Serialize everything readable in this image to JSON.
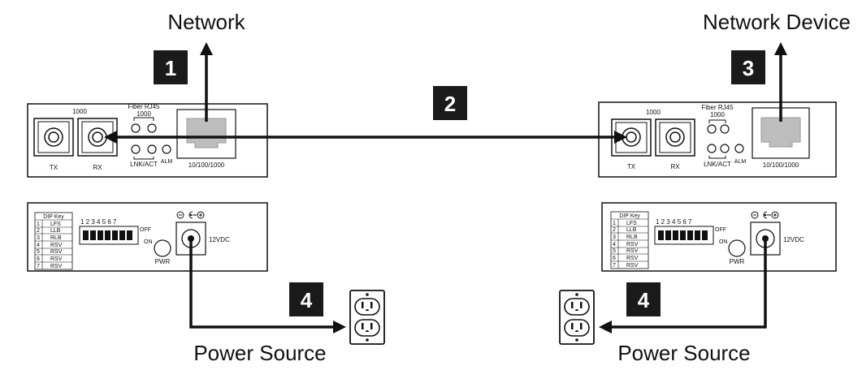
{
  "labels": {
    "network": "Network",
    "network_device": "Network Device",
    "power_source_left": "Power Source",
    "power_source_right": "Power Source"
  },
  "steps": [
    "1",
    "2",
    "3",
    "4",
    "4"
  ],
  "front_panel": {
    "speed": "1000",
    "fiber_rj45": "Fiber RJ45",
    "fiber_speed": "1000",
    "tx": "TX",
    "rx": "RX",
    "lnk_act": "LNK/ACT",
    "alm": "ALM",
    "rj45_speed": "10/100/1000"
  },
  "rear_panel": {
    "dip_header": "DIP Key",
    "dip_rows": [
      {
        "num": "1",
        "name": "LFS"
      },
      {
        "num": "2",
        "name": "LLB"
      },
      {
        "num": "3",
        "name": "RLB"
      },
      {
        "num": "4",
        "name": "RSV"
      },
      {
        "num": "5",
        "name": "RSV"
      },
      {
        "num": "6",
        "name": "RSV"
      },
      {
        "num": "7",
        "name": "RSV"
      }
    ],
    "switch_numbers": "1  2  3  4  5  6  7",
    "off": "OFF",
    "on": "ON",
    "pwr": "PWR",
    "voltage": "12VDC"
  }
}
